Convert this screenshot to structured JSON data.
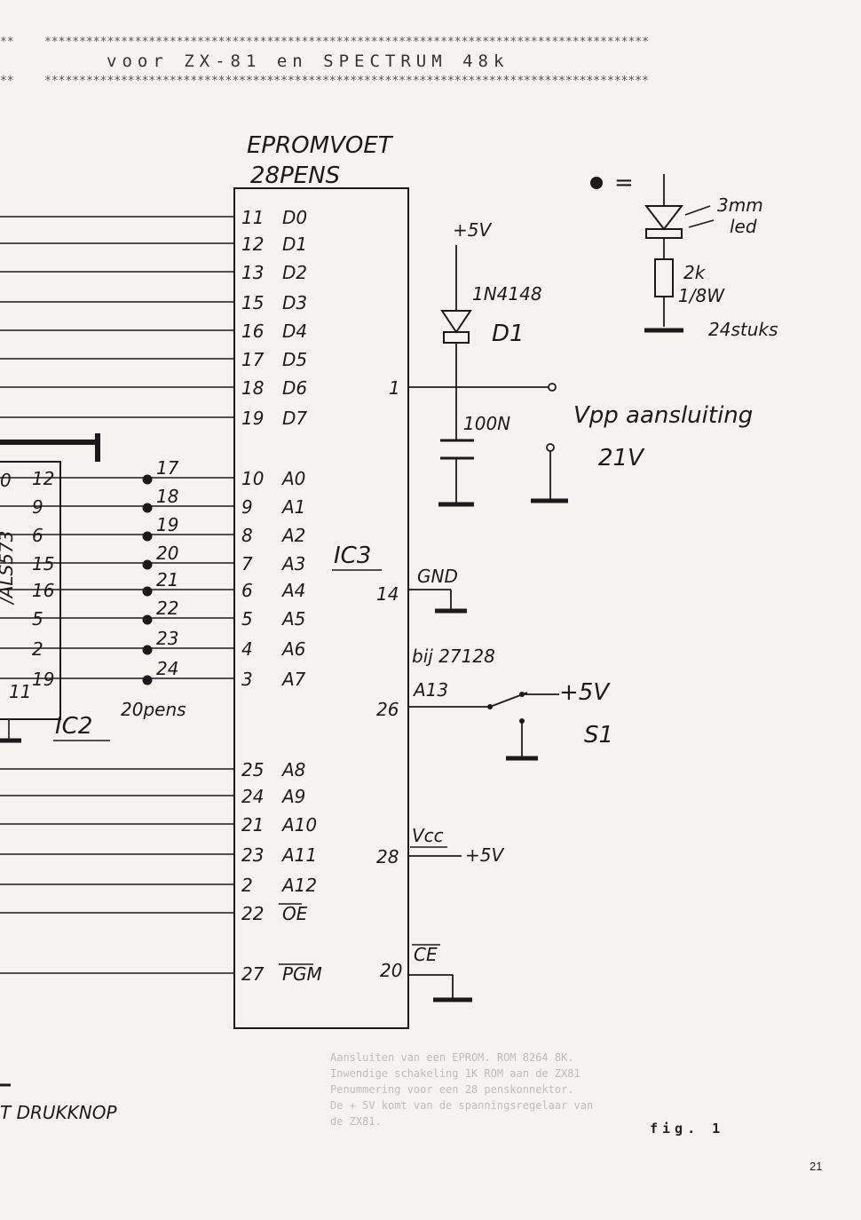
{
  "header": {
    "stars": "***************************************************************************************",
    "stars_left": "**",
    "title": "voor ZX-81 en SPECTRUM 48k"
  },
  "ic3": {
    "caption_line1": "EPROMVOET",
    "caption_line2": "28PENS",
    "name": "IC3",
    "pins_left": [
      {
        "pin": "11",
        "sig": "D0"
      },
      {
        "pin": "12",
        "sig": "D1"
      },
      {
        "pin": "13",
        "sig": "D2"
      },
      {
        "pin": "15",
        "sig": "D3"
      },
      {
        "pin": "16",
        "sig": "D4"
      },
      {
        "pin": "17",
        "sig": "D5"
      },
      {
        "pin": "18",
        "sig": "D6"
      },
      {
        "pin": "19",
        "sig": "D7"
      },
      {
        "pin": "10",
        "sig": "A0"
      },
      {
        "pin": "9",
        "sig": "A1"
      },
      {
        "pin": "8",
        "sig": "A2"
      },
      {
        "pin": "7",
        "sig": "A3"
      },
      {
        "pin": "6",
        "sig": "A4"
      },
      {
        "pin": "5",
        "sig": "A5"
      },
      {
        "pin": "4",
        "sig": "A6"
      },
      {
        "pin": "3",
        "sig": "A7"
      },
      {
        "pin": "25",
        "sig": "A8"
      },
      {
        "pin": "24",
        "sig": "A9"
      },
      {
        "pin": "21",
        "sig": "A10"
      },
      {
        "pin": "23",
        "sig": "A11"
      },
      {
        "pin": "2",
        "sig": "A12"
      },
      {
        "pin": "22",
        "sig": "OE"
      },
      {
        "pin": "27",
        "sig": "PGM"
      }
    ],
    "pins_right": [
      {
        "pin": "1",
        "sig": ""
      },
      {
        "pin": "14",
        "sig": "GND"
      },
      {
        "pin": "26",
        "sig": "A13"
      },
      {
        "pin": "28",
        "sig": "Vcc"
      },
      {
        "pin": "20",
        "sig": "CE"
      }
    ]
  },
  "ic2": {
    "name": "IC2",
    "pins": [
      "12",
      "9",
      "6",
      "15",
      "16",
      "5",
      "2",
      "19"
    ],
    "pin_bottom": "11",
    "pin_top": "0",
    "part": "/ALS573",
    "note": "20pens"
  },
  "dots": [
    "17",
    "18",
    "19",
    "20",
    "21",
    "22",
    "23",
    "24"
  ],
  "power": {
    "plus5_top": "+5V",
    "diode_type": "1N4148",
    "diode_name": "D1",
    "cap": "100N",
    "vpp": "Vpp aansluiting",
    "vpp_volt": "21V",
    "bij": "bij 27128",
    "switch_plus": "+5V",
    "switch_name": "S1",
    "vcc_plus": "+5V"
  },
  "legend": {
    "eq": "=",
    "led": "3mm",
    "led2": "led",
    "res": "2k",
    "res_w": "1/8W",
    "count": "24stuks"
  },
  "footer": {
    "drukknop": "T DRUKKNOP",
    "fig": "fig. 1",
    "page": "21",
    "ghost_lines": [
      "Aansluiten van een EPROM. ROM 8264 8K.",
      "Inwendige schakeling 1K ROM aan de ZX81",
      "Penummering voor een 28 penskonnektor.",
      "De + 5V komt van de spanningsregelaar van",
      "de ZX81."
    ]
  }
}
